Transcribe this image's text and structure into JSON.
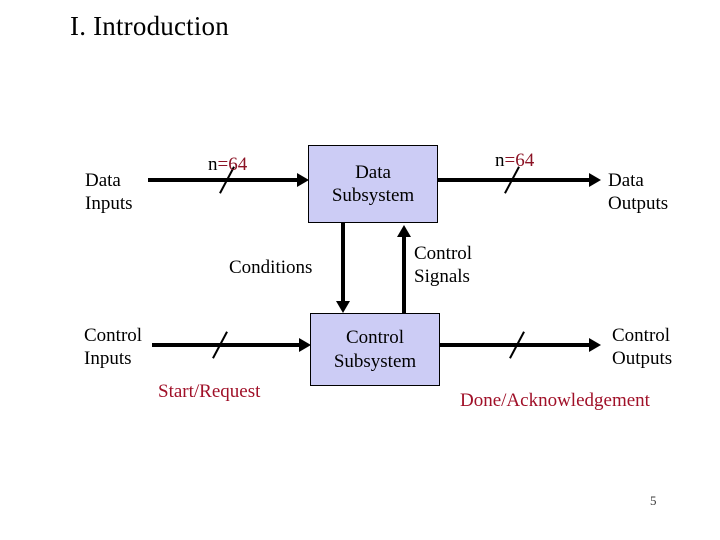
{
  "slide": {
    "title": "I. Introduction",
    "page_number": "5",
    "background_color": "#ffffff"
  },
  "colors": {
    "box_fill": "#ccccf5",
    "box_border": "#000000",
    "arrow": "#000000",
    "annotation_red": "#8c1325",
    "text": "#000000"
  },
  "diagram": {
    "type": "block-diagram",
    "boxes": [
      {
        "id": "data-subsystem",
        "line1": "Data",
        "line2": "Subsystem"
      },
      {
        "id": "control-subsystem",
        "line1": "Control",
        "line2": "Subsystem"
      }
    ],
    "labels": {
      "data_inputs_l1": "Data",
      "data_inputs_l2": "Inputs",
      "data_outputs_l1": "Data",
      "data_outputs_l2": "Outputs",
      "control_inputs_l1": "Control",
      "control_inputs_l2": "Inputs",
      "control_outputs_l1": "Control",
      "control_outputs_l2": "Outputs",
      "conditions": "Conditions",
      "control_signals_l1": "Control",
      "control_signals_l2": "Signals",
      "start_request": "Start/Request",
      "done_acknowledgement": "Done/Acknowledgement"
    },
    "bus_widths": {
      "data_in_prefix": "n",
      "data_in_value": "=64",
      "data_out_prefix": "n",
      "data_out_value": "=64"
    },
    "arrows": [
      {
        "id": "data-in",
        "from": "Data Inputs",
        "to": "Data Subsystem",
        "direction": "right",
        "bus": true
      },
      {
        "id": "data-out",
        "from": "Data Subsystem",
        "to": "Data Outputs",
        "direction": "right",
        "bus": true
      },
      {
        "id": "control-in",
        "from": "Control Inputs",
        "to": "Control Subsystem",
        "direction": "right",
        "bus": true
      },
      {
        "id": "control-out",
        "from": "Control Subsystem",
        "to": "Control Outputs",
        "direction": "right",
        "bus": true
      },
      {
        "id": "conditions",
        "from": "Data Subsystem",
        "to": "Control Subsystem",
        "direction": "down",
        "bus": false
      },
      {
        "id": "control-signals",
        "from": "Control Subsystem",
        "to": "Data Subsystem",
        "direction": "up",
        "bus": false
      }
    ]
  }
}
